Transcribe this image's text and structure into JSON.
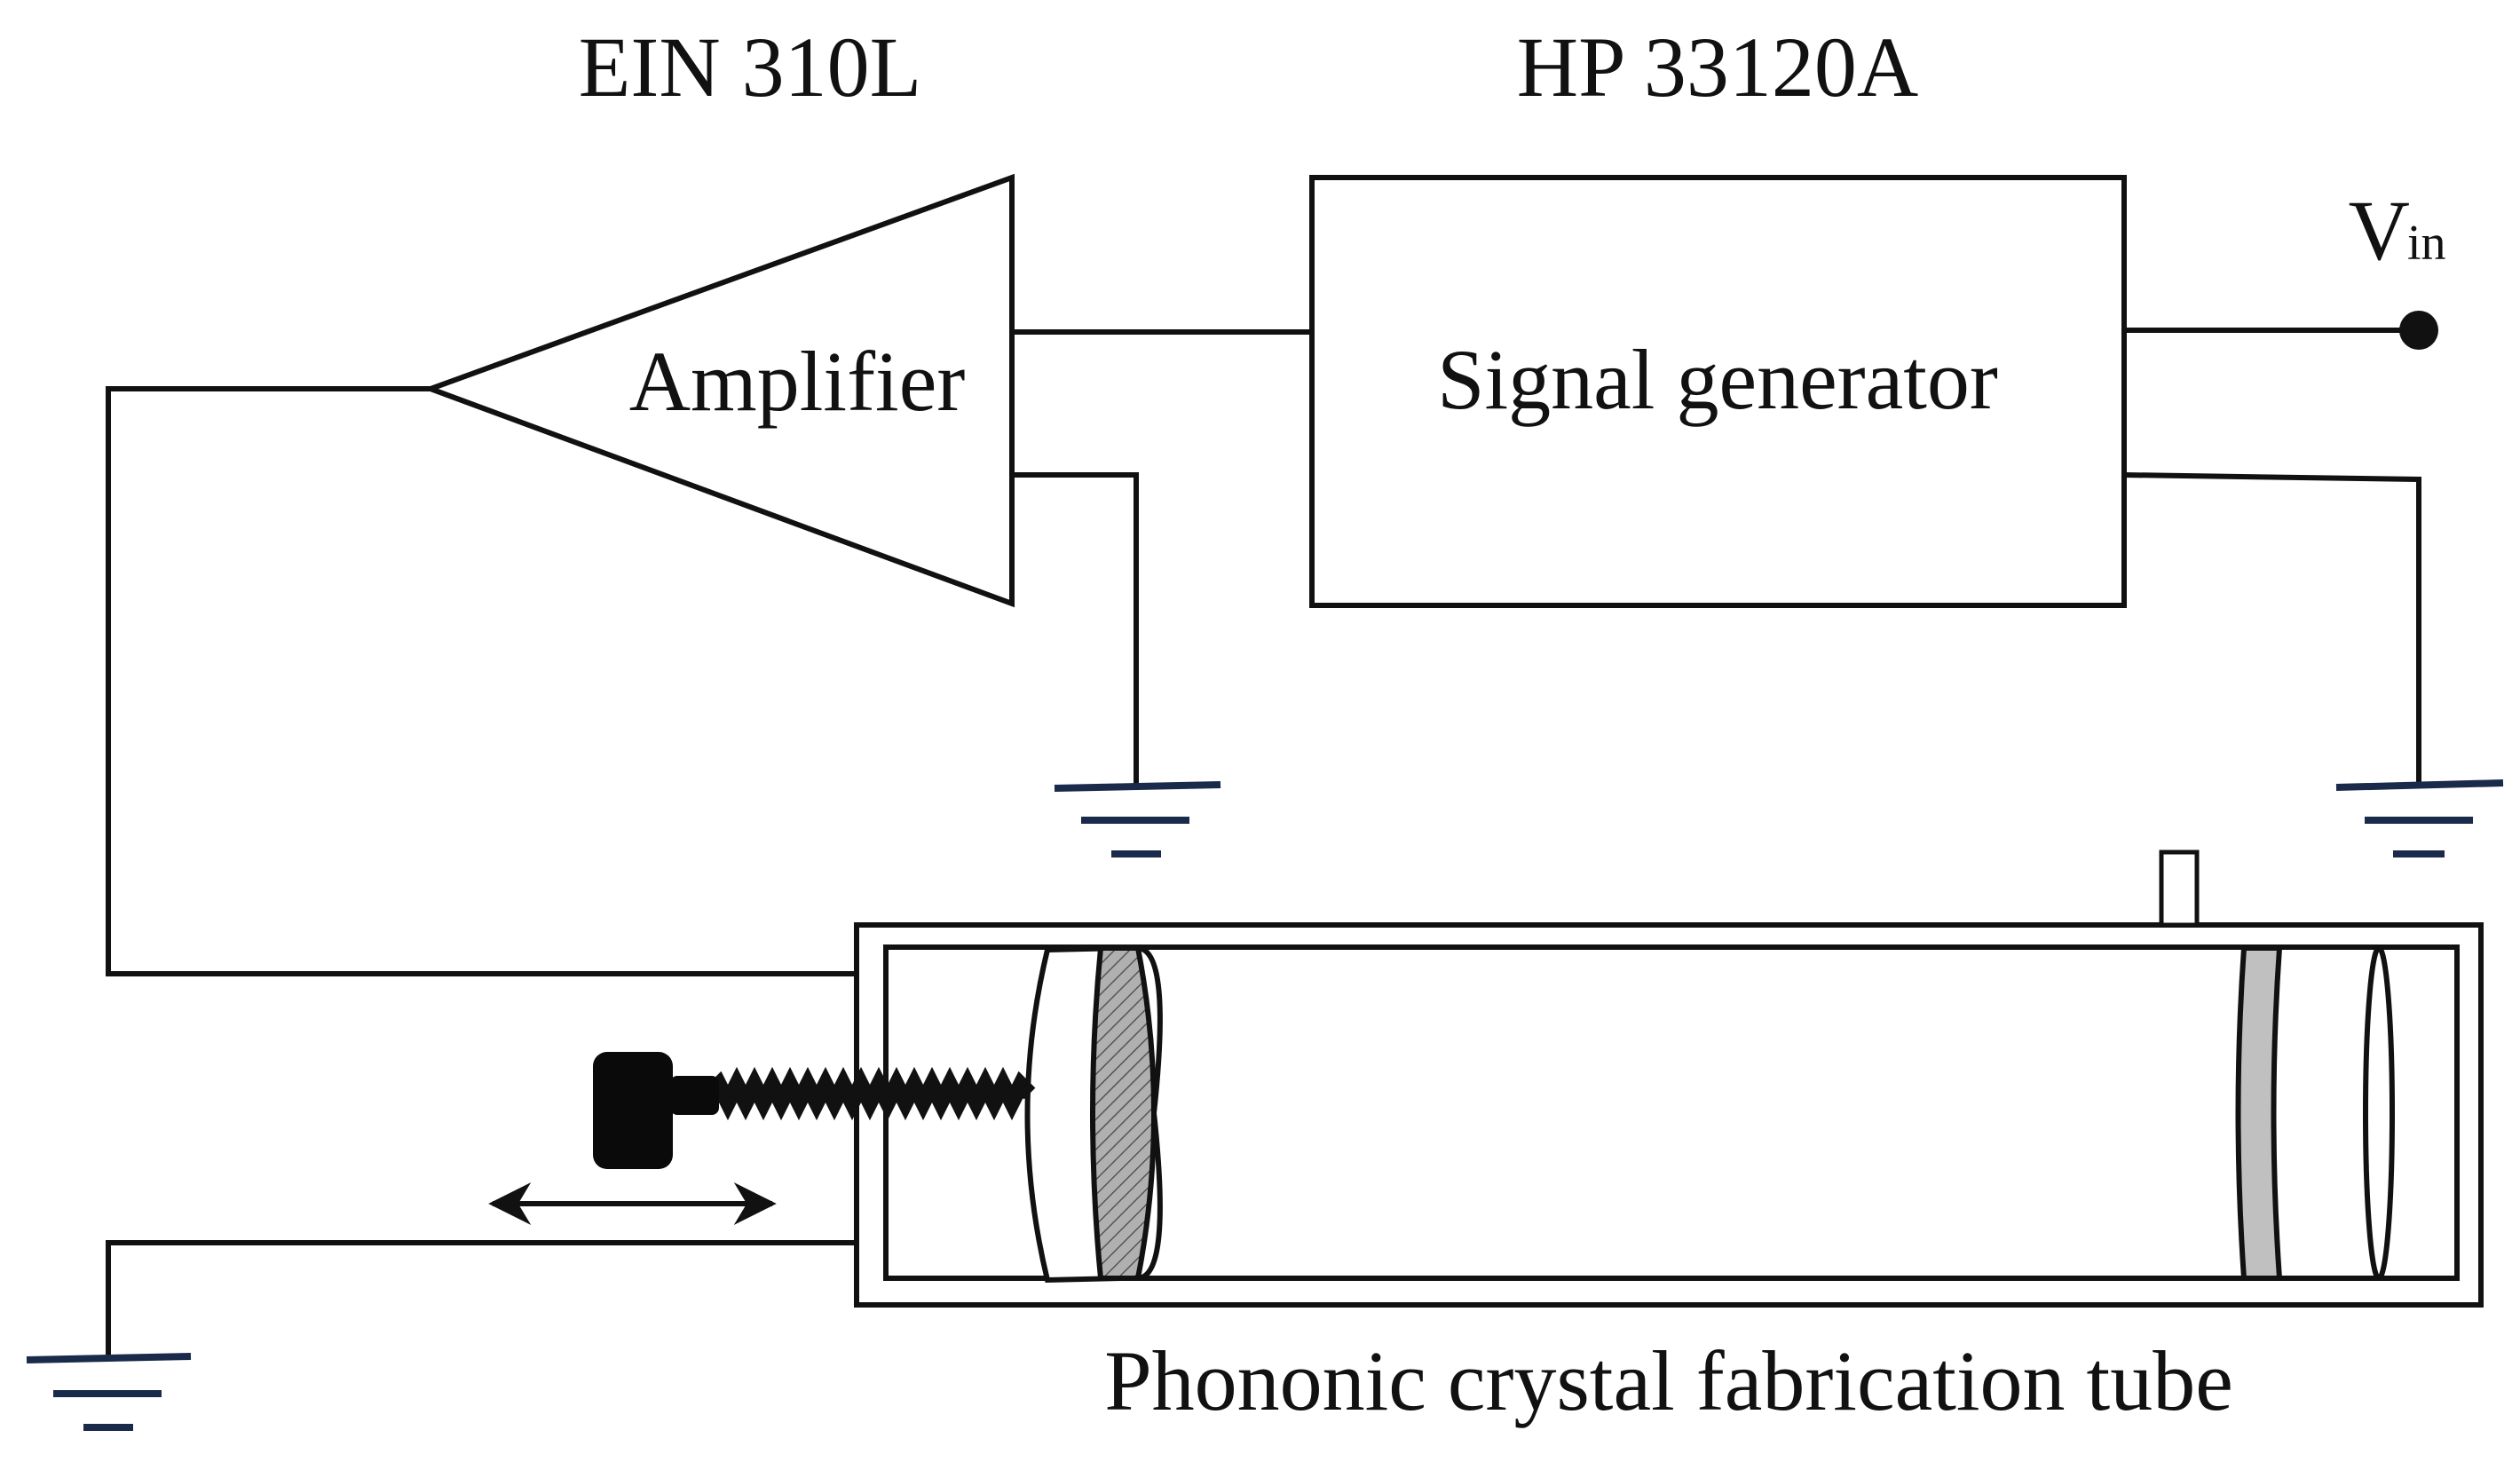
{
  "labels": {
    "amplifier_model": "EIN 310L",
    "generator_model": "HP 33120A",
    "amplifier": "Amplifier",
    "signal_generator": "Signal generator",
    "vin_main": "V",
    "vin_sub": "in",
    "tube_caption": "Phononic crystal fabrication tube"
  },
  "colors": {
    "line": "#111111",
    "ground": "#1a2a4a",
    "piston_hatch": "#b0b0b0",
    "right_disc": "#c0c0c0",
    "knob": "#0a0a0a"
  },
  "icons": {
    "ground": "ground-symbol",
    "arrow": "double-headed-arrow",
    "screw": "adjustment-screw"
  }
}
